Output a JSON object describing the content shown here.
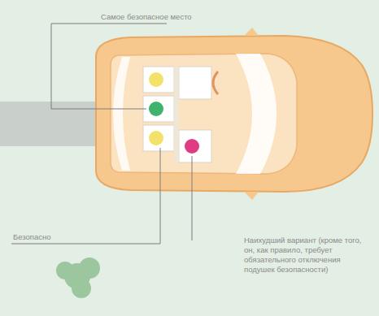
{
  "diagram": {
    "labels": [
      "Самое безопасное место",
      "Безопасно",
      "Наихудший вариант (кроме того, он, как правило, требует обязательного отключения подушек безопасности)"
    ]
  }
}
